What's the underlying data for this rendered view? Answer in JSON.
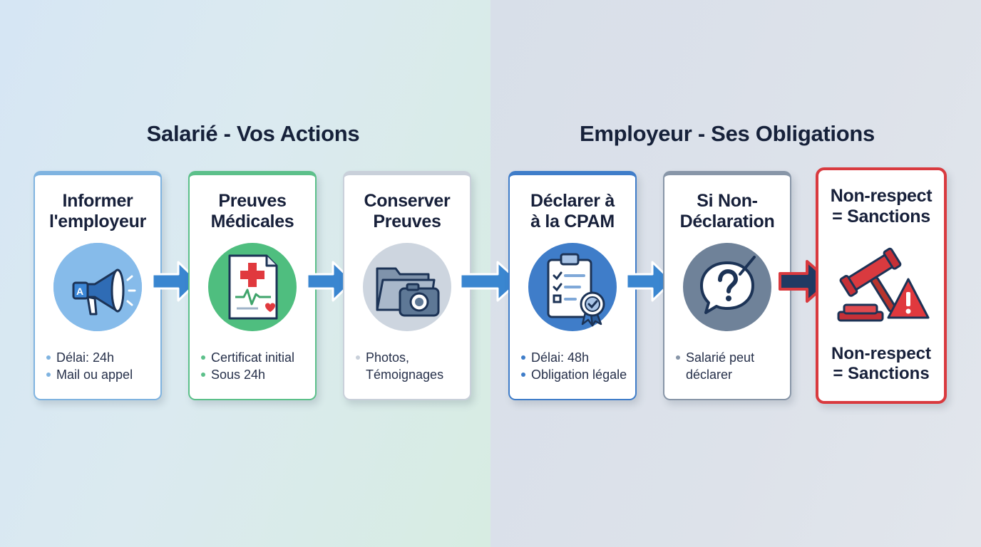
{
  "sections": {
    "left_title": "Salarié - Vos Actions",
    "right_title": "Employeur - Ses Obligations"
  },
  "cards": [
    {
      "title_line1": "Informer",
      "title_line2": "l'employeur",
      "icon": "megaphone-icon",
      "bullets": [
        "Délai: 24h",
        "Mail ou appel"
      ],
      "accent": "#7fb3e0"
    },
    {
      "title_line1": "Preuves",
      "title_line2": "Médicales",
      "icon": "medical-certificate-icon",
      "bullets": [
        "Certificat initial",
        "Sous 24h"
      ],
      "accent": "#5cc08a"
    },
    {
      "title_line1": "Conserver",
      "title_line2": "Preuves",
      "icon": "folder-camera-icon",
      "bullets": [
        "Photos,"
      ],
      "continuation": "Témoignages",
      "accent": "#c9d0da"
    },
    {
      "title_line1": "Déclarer à",
      "title_line2": "à la CPAM",
      "icon": "checklist-badge-icon",
      "bullets": [
        "Délai: 48h",
        "Obligation légale"
      ],
      "accent": "#3f7dc9"
    },
    {
      "title_line1": "Si Non-",
      "title_line2": "Déclaration",
      "icon": "question-bubble-icon",
      "bullets": [
        "Salarié peut"
      ],
      "continuation": "déclarer",
      "accent": "#8896a8"
    },
    {
      "title_line1": "Non-respect",
      "title_line2": "= Sanctions",
      "icon": "gavel-warning-icon",
      "bottom_line1": "Non-respect",
      "bottom_line2": "= Sanctions",
      "accent": "#d93a3f"
    }
  ],
  "colors": {
    "arrow_blue": "#3a86d0",
    "arrow_navy": "#203a63",
    "warning_red": "#d93a3f"
  }
}
